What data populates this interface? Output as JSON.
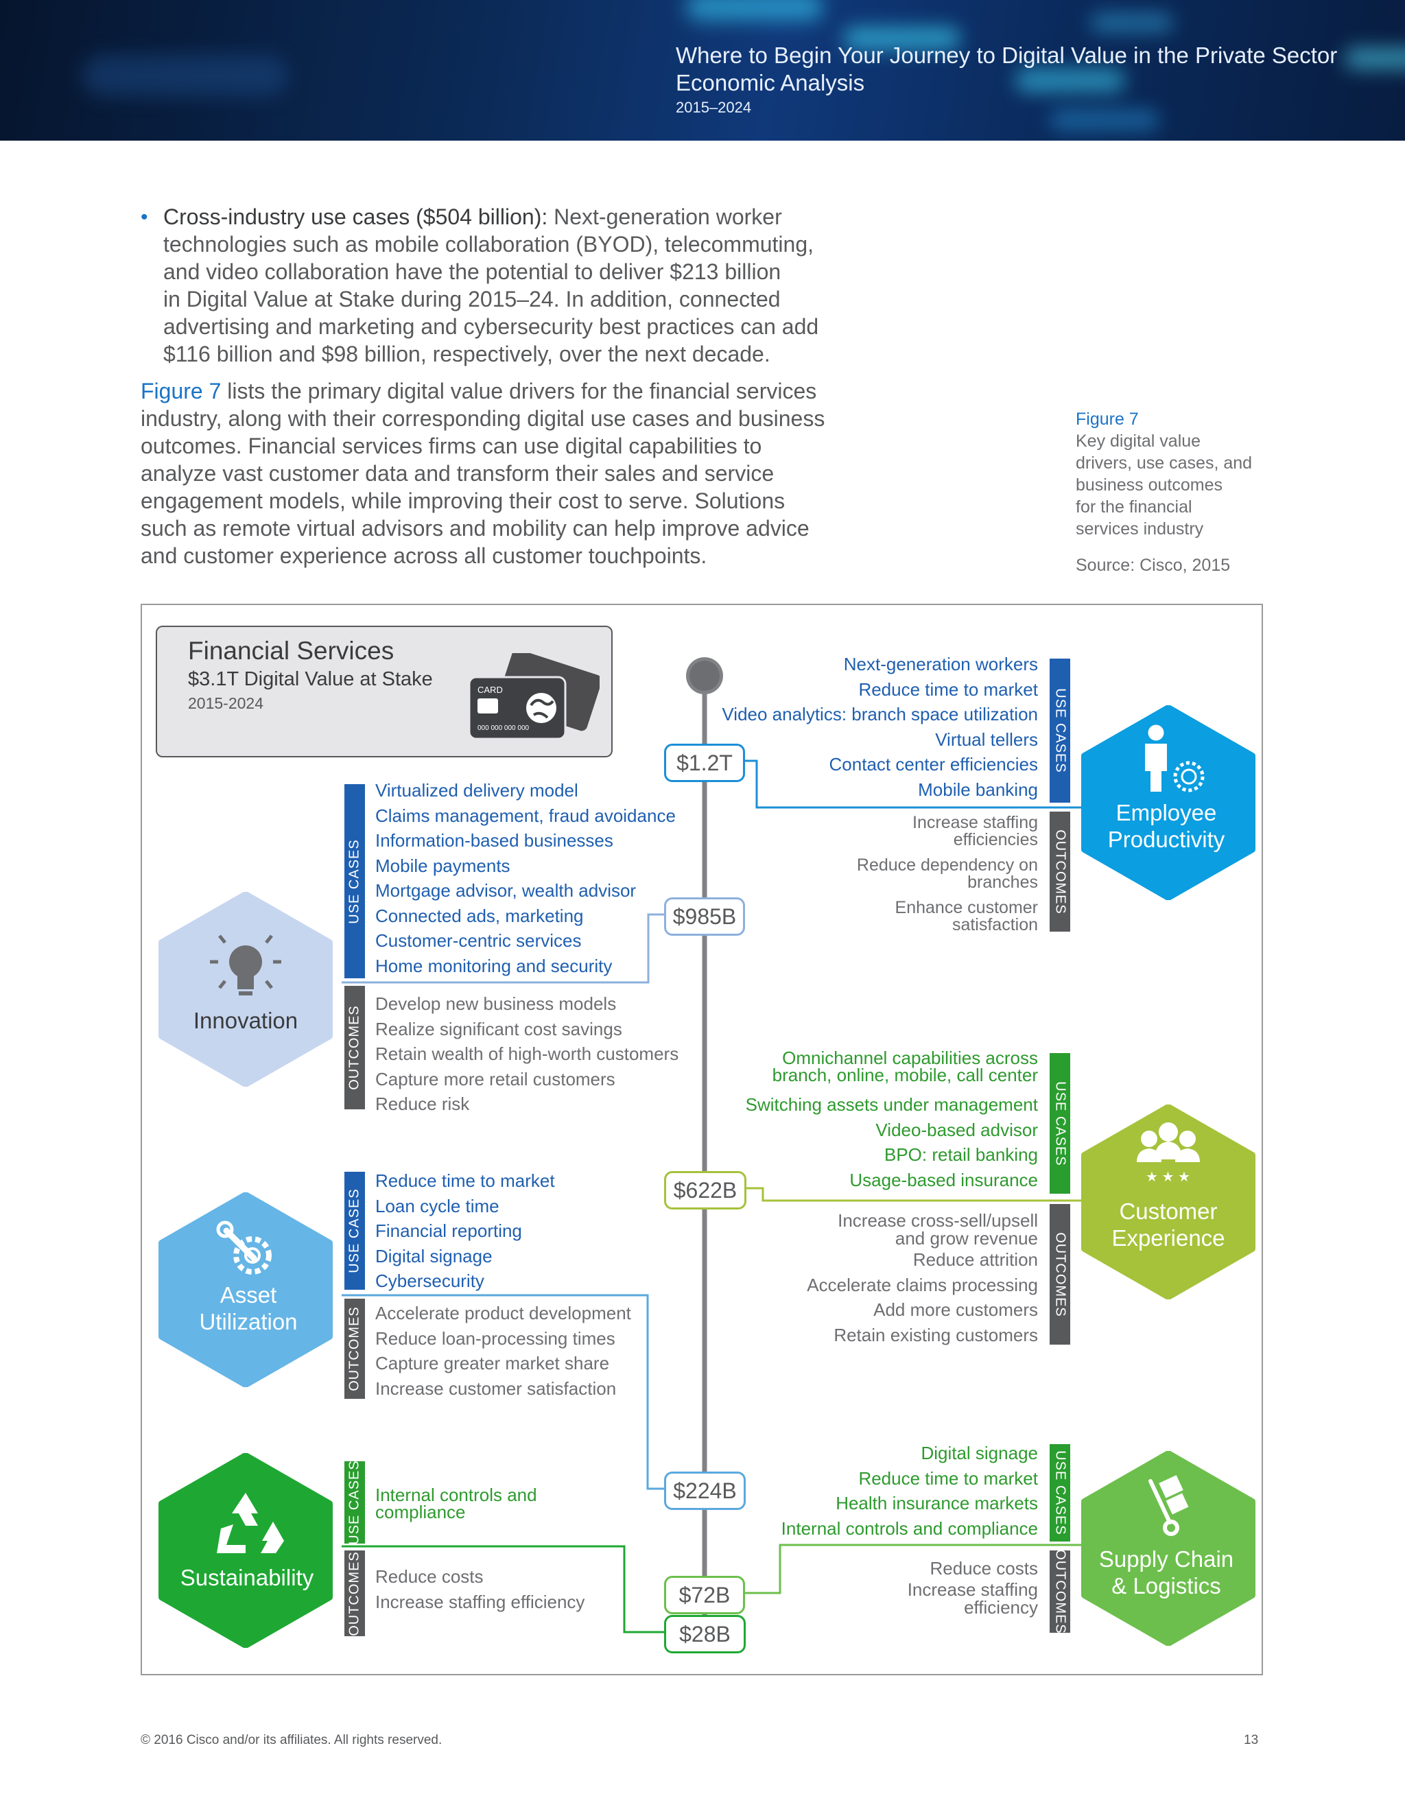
{
  "header": {
    "title_line1": "Where to Begin Your Journey to Digital Value in the Private Sector",
    "title_line2": "Economic Analysis",
    "years": "2015–2024"
  },
  "body": {
    "bullet_lead": "Cross-industry use cases ($504 billion):",
    "bullet_lines": [
      " Next-generation worker",
      "technologies such as mobile collaboration (BYOD), telecommuting,",
      "and video collaboration have the potential to deliver $213 billion",
      "in Digital Value at Stake during 2015–24. In addition, connected",
      "advertising and marketing and cybersecurity best practices can add",
      "$116 billion and $98 billion, respectively, over the next decade."
    ],
    "para_link": "Figure 7",
    "para_lines": [
      " lists the primary digital value drivers for the financial services",
      "industry, along with their corresponding digital use cases and business",
      "outcomes. Financial services firms can use digital capabilities to",
      "analyze vast customer data and transform their sales and service",
      "engagement models, while improving their cost to serve. Solutions",
      "such as remote virtual advisors and mobility can help improve advice",
      "and customer experience across all customer touchpoints."
    ]
  },
  "caption": {
    "label": "Figure 7",
    "lines": [
      "Key digital value",
      "drivers, use cases, and",
      "business outcomes",
      "for the financial",
      "services industry"
    ],
    "source": "Source: Cisco, 2015"
  },
  "figure": {
    "title_box": {
      "title": "Financial Services",
      "subtitle": "$3.1T Digital Value at Stake",
      "years": "2015-2024",
      "card_text": "CARD",
      "card_number": "000 000 000 000"
    },
    "bar_labels": {
      "use_cases": "USE CASES",
      "outcomes": "OUTCOMES"
    },
    "values": [
      "$1.2T",
      "$985B",
      "$622B",
      "$224B",
      "$72B",
      "$28B"
    ],
    "employee": {
      "label_lines": [
        "Employee",
        "Productivity"
      ],
      "use_cases": [
        "Next-generation workers",
        "Reduce time to market",
        "Video analytics: branch space utilization",
        "Virtual tellers",
        "Contact center efficiencies",
        "Mobile banking"
      ],
      "outcomes": [
        "Increase staffing",
        "efficiencies",
        "Reduce dependency on",
        "branches",
        "Enhance customer",
        "satisfaction"
      ]
    },
    "innovation": {
      "label": "Innovation",
      "use_cases": [
        "Virtualized delivery model",
        "Claims management, fraud avoidance",
        "Information-based businesses",
        "Mobile payments",
        "Mortgage advisor, wealth advisor",
        "Connected ads, marketing",
        "Customer-centric services",
        "Home monitoring and security"
      ],
      "outcomes": [
        "Develop new business models",
        "Realize significant cost savings",
        "Retain wealth of high-worth customers",
        "Capture more retail customers",
        "Reduce risk"
      ]
    },
    "customer": {
      "label_lines": [
        "Customer",
        "Experience"
      ],
      "use_cases": [
        "Omnichannel capabilities across",
        "branch, online, mobile, call center",
        "Switching assets under management",
        "Video-based advisor",
        "BPO: retail banking",
        "Usage-based insurance"
      ],
      "outcomes": [
        "Increase cross-sell/upsell",
        "and grow revenue",
        "Reduce attrition",
        "Accelerate claims processing",
        "Add more customers",
        "Retain existing customers"
      ]
    },
    "asset": {
      "label_lines": [
        "Asset",
        "Utilization"
      ],
      "use_cases": [
        "Reduce time to market",
        "Loan cycle time",
        "Financial reporting",
        "Digital signage",
        "Cybersecurity"
      ],
      "outcomes": [
        "Accelerate product development",
        "Reduce loan-processing times",
        "Capture greater market share",
        "Increase customer satisfaction"
      ]
    },
    "supply": {
      "label_lines": [
        "Supply Chain",
        "& Logistics"
      ],
      "use_cases": [
        "Digital signage",
        "Reduce time to market",
        "Health insurance markets",
        "Internal controls and compliance"
      ],
      "outcomes": [
        "Reduce costs",
        "Increase staffing",
        "efficiency"
      ]
    },
    "sustainability": {
      "label": "Sustainability",
      "use_cases": [
        "Internal controls and",
        "compliance"
      ],
      "outcomes": [
        "Reduce costs",
        "Increase staffing efficiency"
      ]
    }
  },
  "footer": {
    "copyright": "© 2016 Cisco and/or its affiliates. All rights reserved.",
    "page": "13"
  },
  "colors": {
    "cisco_blue": "#1f5fb0",
    "employee": "#0b9ee0",
    "innovation": "#c7d6ef",
    "asset": "#65b5e6",
    "customer": "#a5c23a",
    "supply": "#6cbf4c",
    "sustainability": "#1ea833",
    "gray_bar": "#58595b"
  }
}
